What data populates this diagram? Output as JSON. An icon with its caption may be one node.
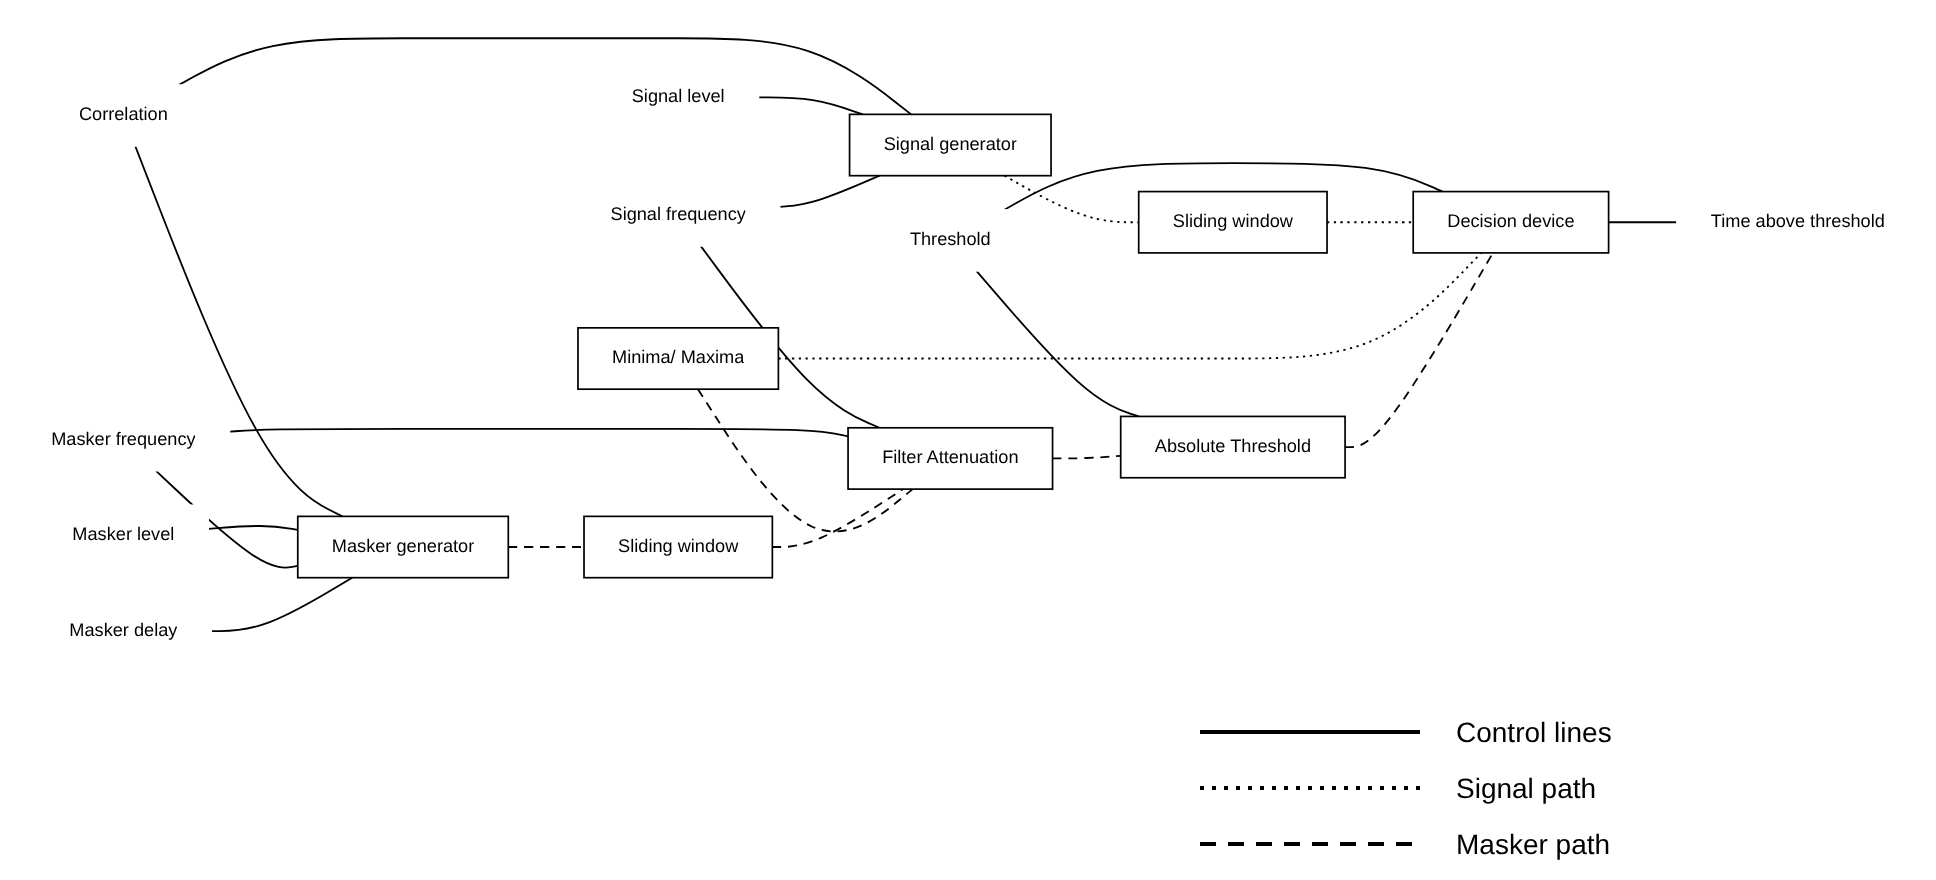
{
  "diagram": {
    "nodes": [
      {
        "text": [
          "Correlation"
        ]
      },
      {
        "text": [
          "Signal level"
        ]
      },
      {
        "text": [
          "Signal frequency"
        ]
      },
      {
        "text": [
          "Masker level"
        ]
      },
      {
        "text": [
          "Masker frequency"
        ]
      },
      {
        "text": [
          "Masker delay"
        ]
      },
      {
        "text": [
          "Threshold"
        ]
      },
      {
        "text": [
          "Signal generator"
        ]
      },
      {
        "text": [
          "Masker generator"
        ]
      },
      {
        "text": [
          "Sliding window"
        ]
      },
      {
        "text": [
          "Sliding window"
        ]
      },
      {
        "text": [
          "Minima/ Maxima"
        ]
      },
      {
        "text": [
          "Filter Attenuation"
        ]
      },
      {
        "text": [
          "Absolute Threshold"
        ]
      },
      {
        "text": [
          "Decision device"
        ]
      },
      {
        "text": [
          "Time above threshold"
        ]
      }
    ],
    "edges": [
      {
        "from": 0,
        "to": 7,
        "arrow": "none"
      },
      {
        "from": 0,
        "to": 8,
        "arrow": "none"
      },
      {
        "from": 1,
        "to": 7,
        "arrow": "none"
      },
      {
        "from": 2,
        "to": 7,
        "arrow": "none"
      },
      {
        "from": 2,
        "to": 12,
        "arrow": "none"
      },
      {
        "from": 3,
        "to": 8,
        "arrow": "none"
      },
      {
        "from": 4,
        "to": 8,
        "arrow": "none"
      },
      {
        "from": 4,
        "to": 12,
        "arrow": "none"
      },
      {
        "from": 5,
        "to": 8,
        "arrow": "none"
      },
      {
        "from": 6,
        "to": 13,
        "arrow": "none"
      },
      {
        "from": 6,
        "to": 14,
        "arrow": "none"
      },
      {
        "from": 7,
        "to": 9,
        "arrow": "none",
        "style": "dashed"
      },
      {
        "from": 9,
        "to": 14,
        "arrow": "none",
        "style": "dashed"
      },
      {
        "from": 11,
        "to": 14,
        "arrow": "none",
        "style": "dashed"
      },
      {
        "from": 8,
        "to": 10,
        "arrow": "none",
        "style": "dashed"
      },
      {
        "from": 10,
        "to": 12,
        "arrow": "none",
        "style": "dashed"
      },
      {
        "from": 11,
        "to": 12,
        "arrow": "none",
        "style": "dashed"
      },
      {
        "from": 12,
        "to": 13,
        "arrow": "none",
        "style": "dashed"
      },
      {
        "from": 13,
        "to": 14,
        "arrow": "none",
        "style": "dashed"
      },
      {
        "from": 14,
        "to": 15,
        "arrow": "none"
      }
    ],
    "legend": [
      {
        "text": "Control lines"
      },
      {
        "text": "Signal path"
      },
      {
        "text": "Masker path"
      }
    ]
  }
}
